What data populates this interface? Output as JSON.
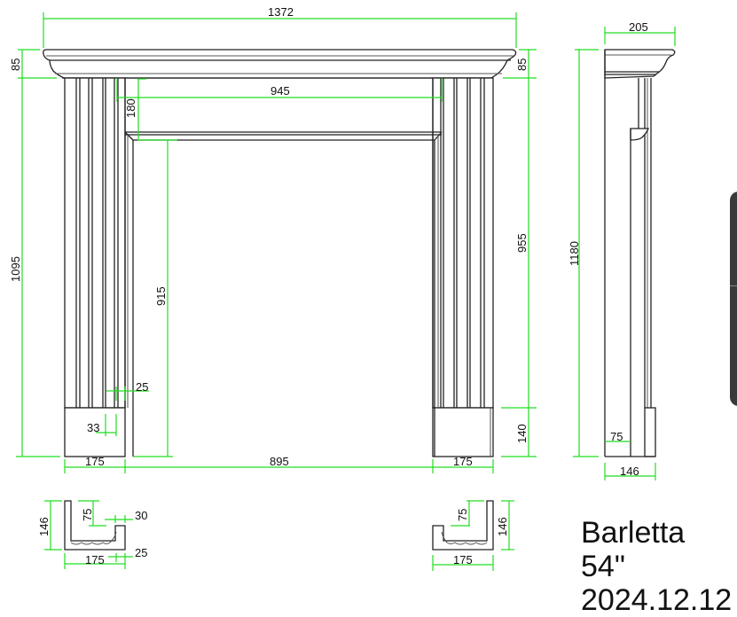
{
  "drawing": {
    "title": "Barletta 54\"",
    "date": "2024.12.12",
    "units": "mm",
    "colors": {
      "outline": "#222222",
      "dimension": "#22dd22",
      "text": "#111111",
      "background": "#ffffff",
      "side_panel": "#3a3a3a"
    }
  },
  "front_view": {
    "overall_width": "1372",
    "shelf_height_left": "85",
    "shelf_height_right": "85",
    "opening_width_top": "945",
    "frieze_height": "180",
    "leg_height": "1095",
    "opening_height": "915",
    "right_leg_upper_height": "955",
    "plinth_height": "140",
    "flute_offset": "25",
    "plinth_offset": "33",
    "leg_width_left": "175",
    "opening_width_bottom": "895",
    "leg_width_right": "175"
  },
  "side_view": {
    "depth": "205",
    "total_height": "1180",
    "leg_depth": "75",
    "base_depth": "146"
  },
  "plan_sections": {
    "left": {
      "height": "146",
      "return": "75",
      "lip": "30",
      "edge": "25",
      "width": "175"
    },
    "right": {
      "height": "146",
      "return": "75",
      "width": "175"
    }
  }
}
